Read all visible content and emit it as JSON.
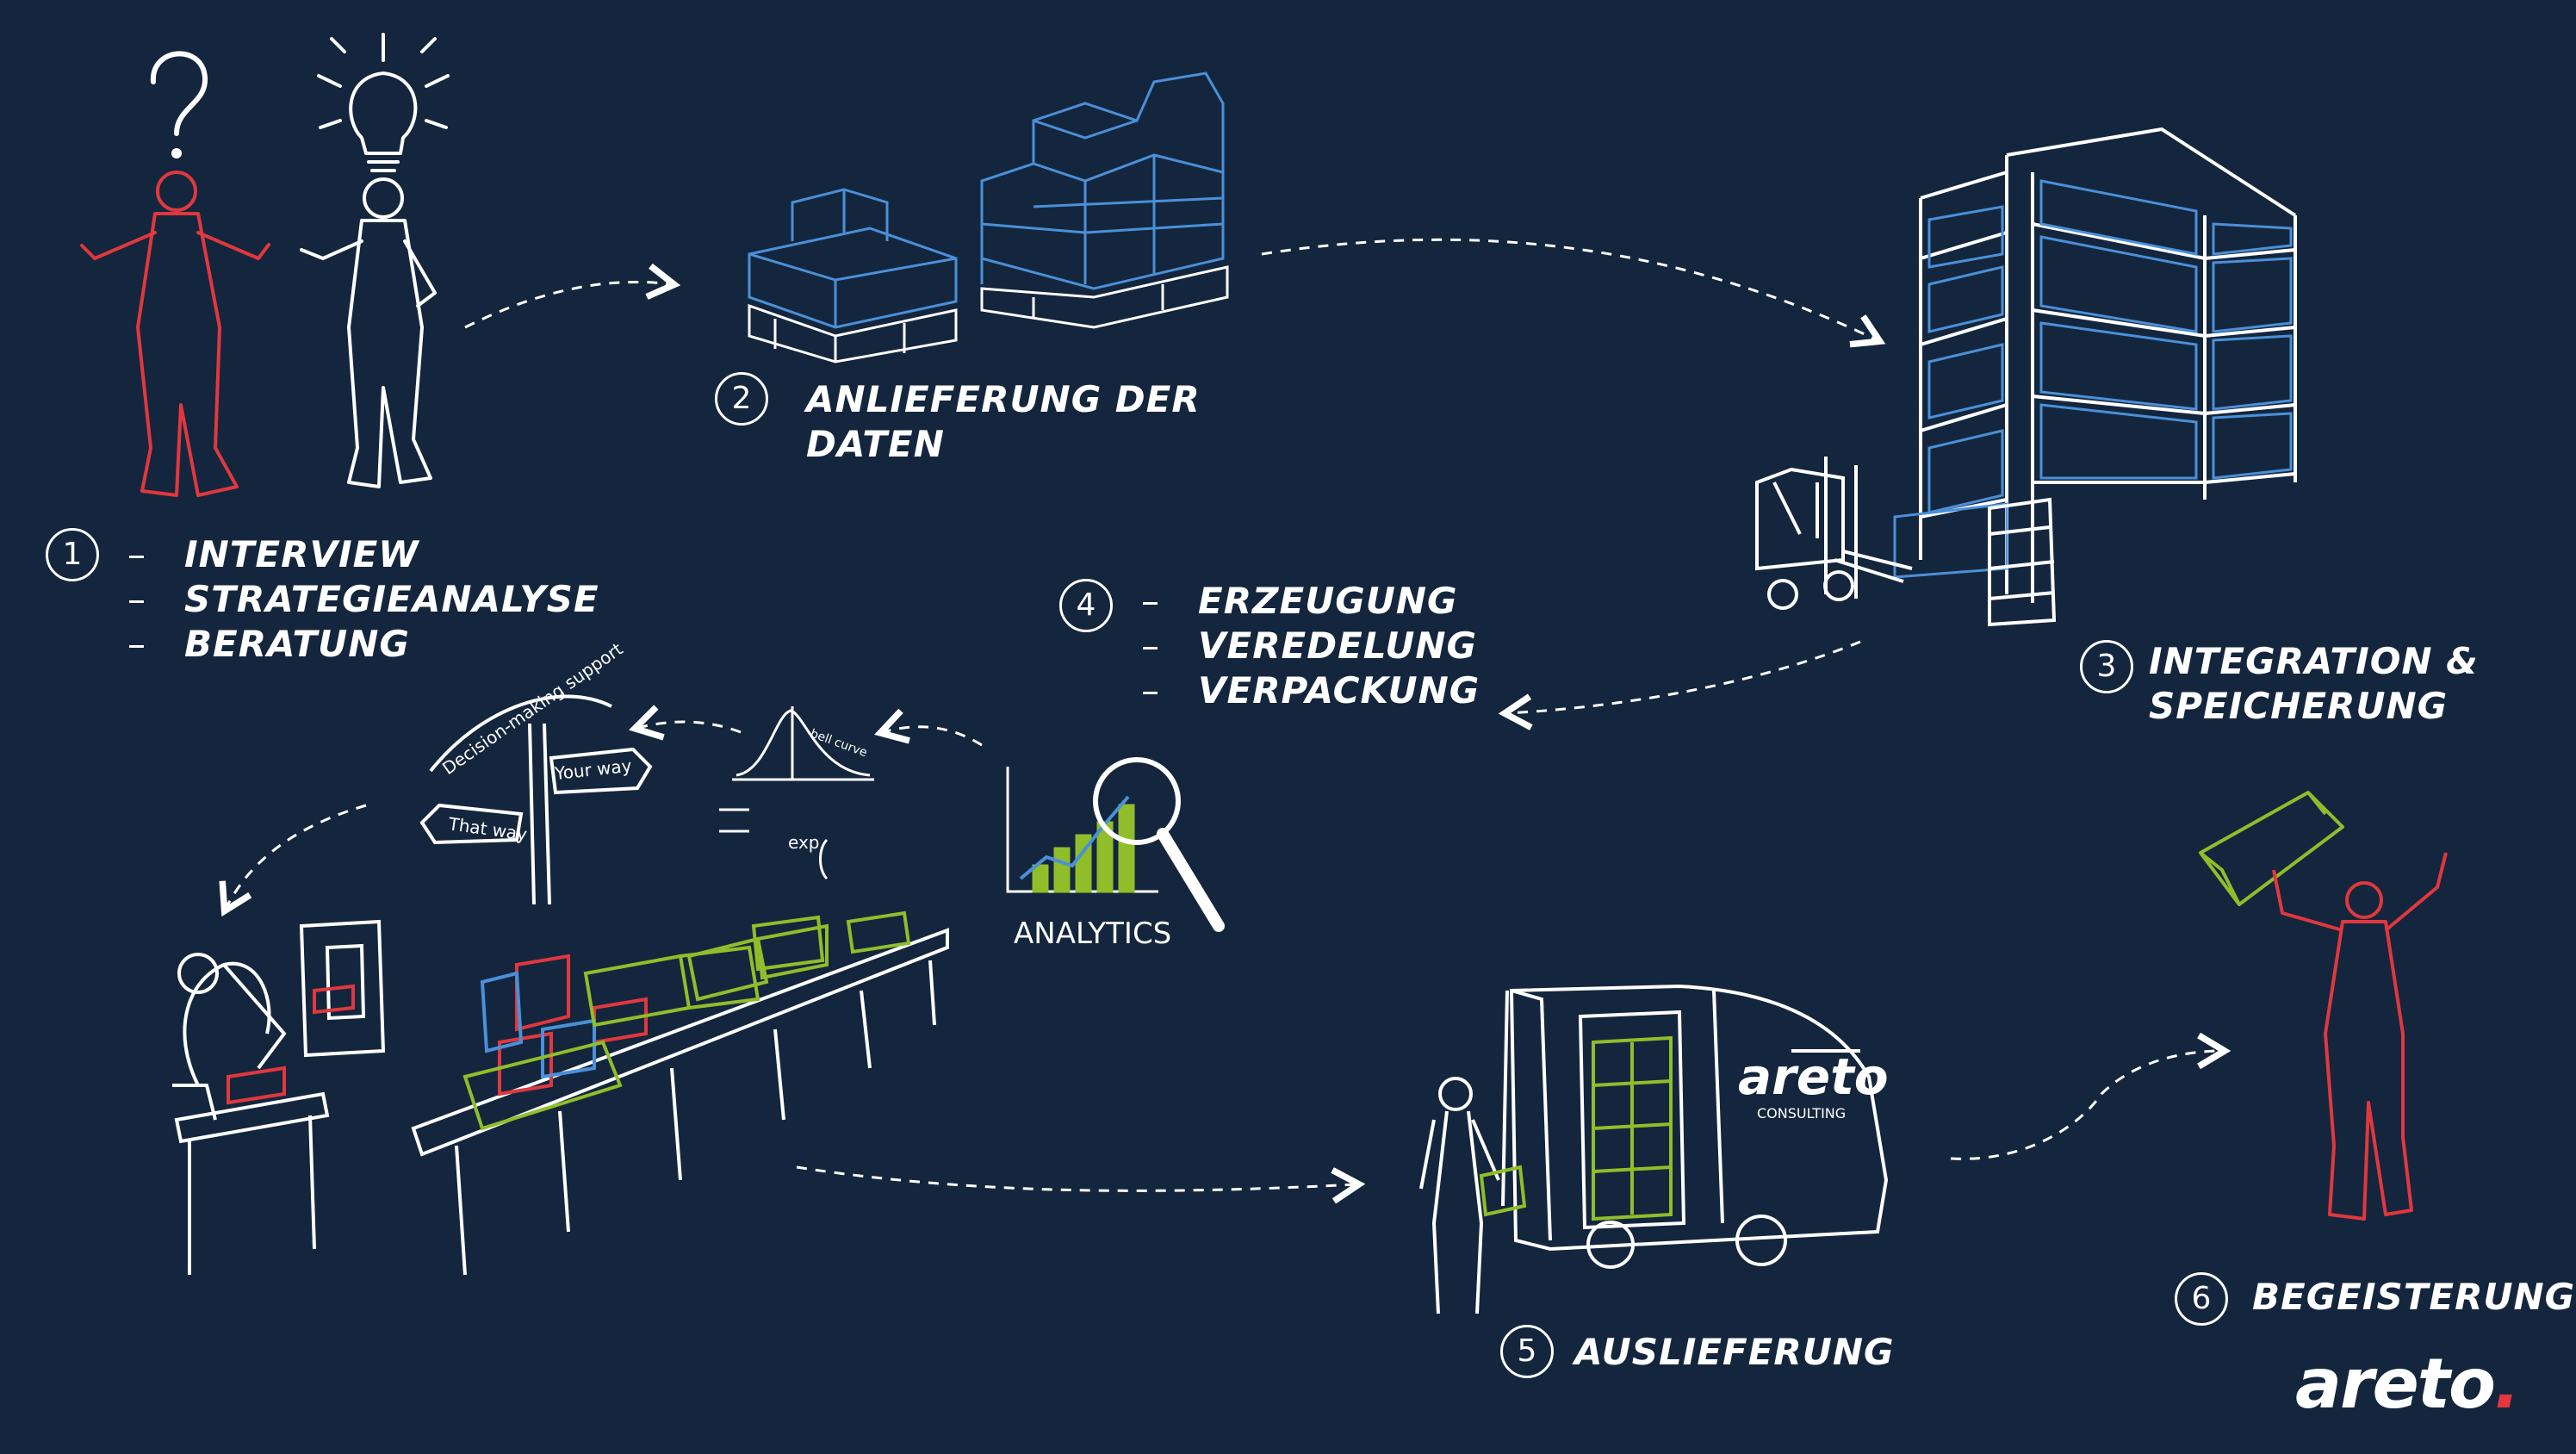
{
  "colors": {
    "background": "#14263d",
    "chalk": "#ffffff",
    "blue": "#4a90d9",
    "red": "#e0383e",
    "green": "#8fbe2a"
  },
  "steps": [
    {
      "number": "1",
      "lines": [
        "INTERVIEW",
        "STRATEGIEANALYSE",
        "BERATUNG"
      ]
    },
    {
      "number": "2",
      "lines": [
        "ANLIEFERUNG DER",
        "DATEN"
      ]
    },
    {
      "number": "3",
      "lines": [
        "INTEGRATION &",
        "SPEICHERUNG"
      ]
    },
    {
      "number": "4",
      "lines": [
        "ERZEUGUNG",
        "VEREDELUNG",
        "VERPACKUNG"
      ]
    },
    {
      "number": "5",
      "lines": [
        "AUSLIEFERUNG"
      ]
    },
    {
      "number": "6",
      "lines": [
        "BEGEISTERUNG"
      ]
    }
  ],
  "sketch_text": {
    "analytics": "ANALYTICS",
    "decision_support": "Decision-making support",
    "your_way": "Your way",
    "that_way": "That way",
    "bell_curve": "bell curve",
    "formula": "exp",
    "van_brand": "areto",
    "van_subbrand": "CONSULTING"
  },
  "logo": {
    "text": "areto",
    "dot": "."
  }
}
